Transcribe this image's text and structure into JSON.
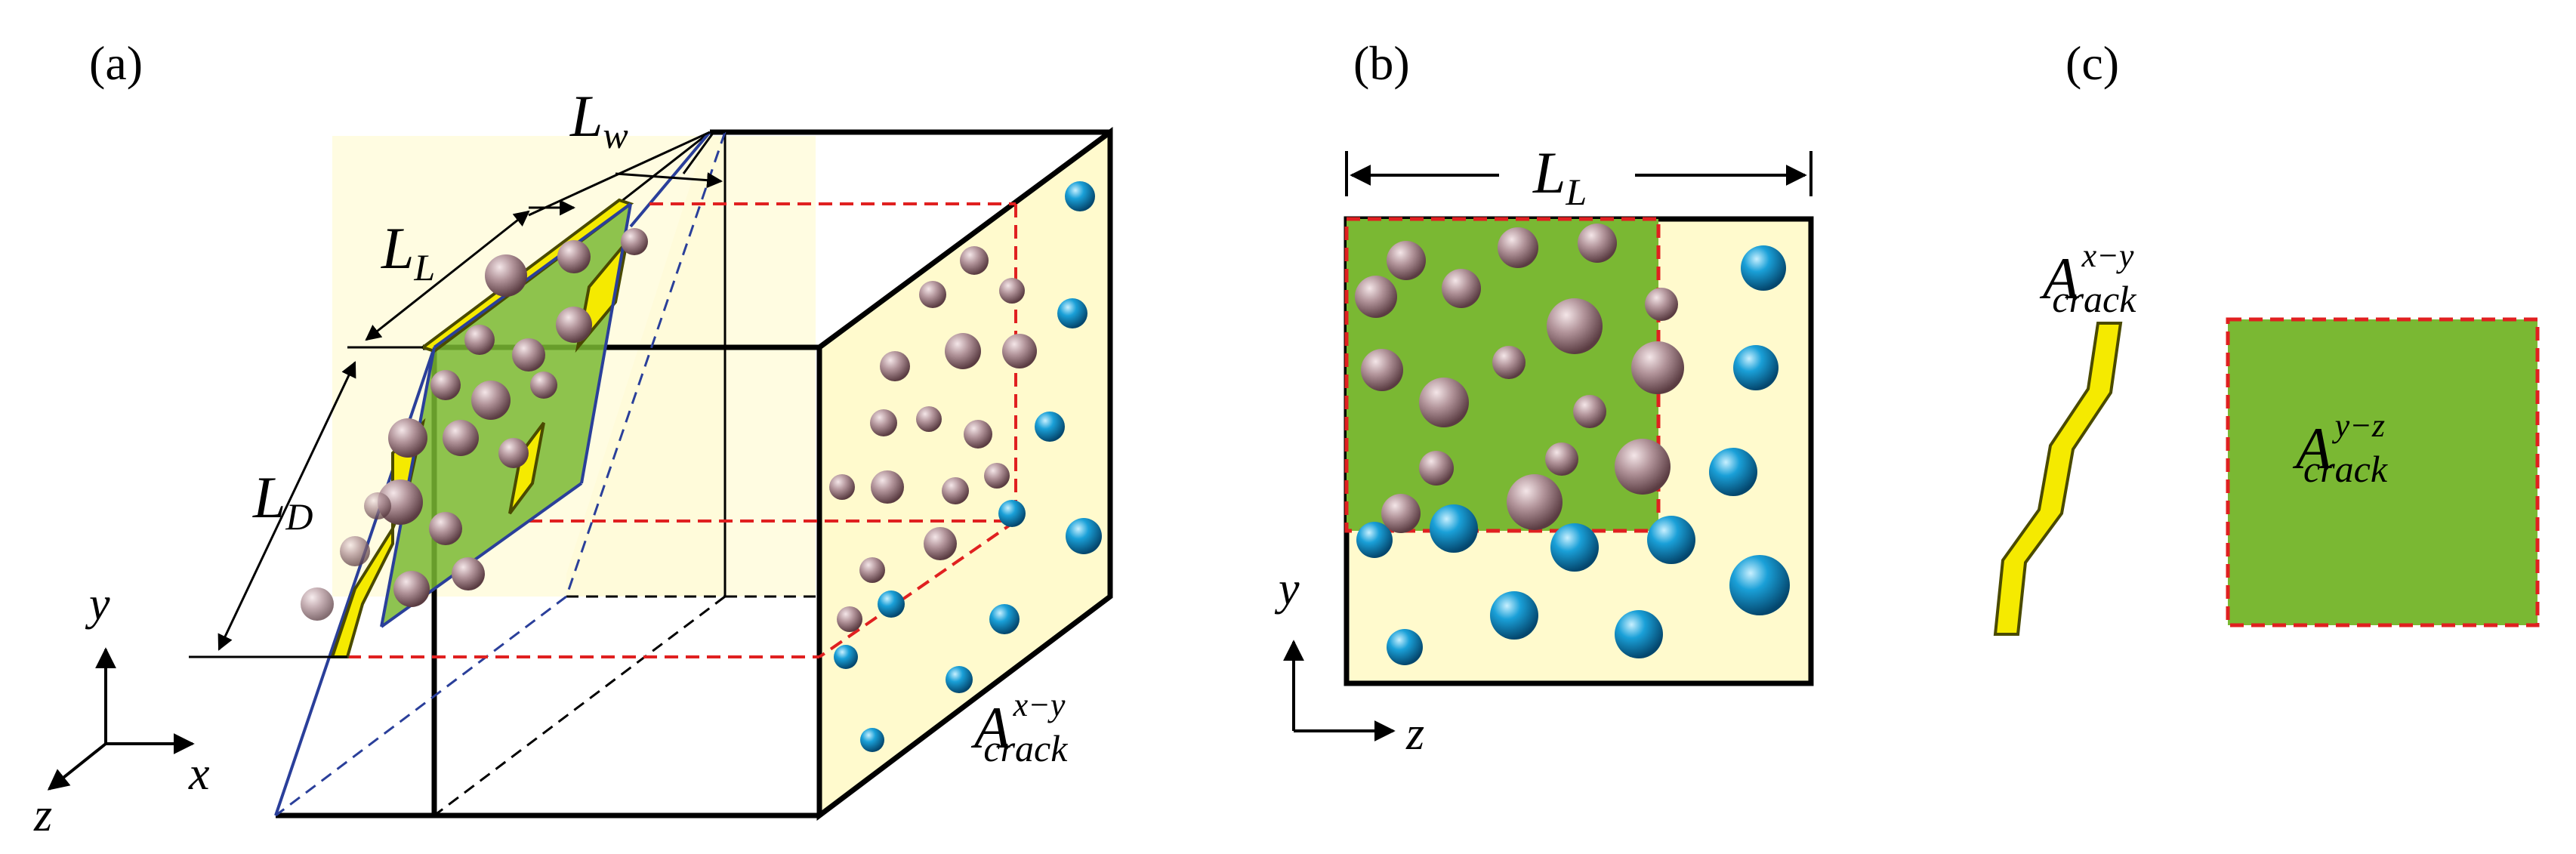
{
  "panels": {
    "a": {
      "label": "(a)",
      "dimensions": {
        "width": {
          "main": "L",
          "sub": "w"
        },
        "length": {
          "main": "L",
          "sub": "L"
        },
        "depth": {
          "main": "L",
          "sub": "D"
        }
      },
      "area_label": {
        "main": "A",
        "sup": "x−y",
        "sub": "crack"
      },
      "axes": {
        "y": "y",
        "x": "x",
        "z": "z"
      }
    },
    "b": {
      "label": "(b)",
      "dimension": {
        "main": "L",
        "sub": "L"
      },
      "axes": {
        "y": "y",
        "z": "z"
      }
    },
    "c": {
      "label": "(c)",
      "area_xy": {
        "main": "A",
        "sup": "x−y",
        "sub": "crack"
      },
      "area_yz": {
        "main": "A",
        "sup": "y−z",
        "sub": "crack"
      }
    }
  },
  "colors": {
    "cream": "#fffacd",
    "green": "#7ab833",
    "yellow": "#f5ea00",
    "crack_edge": "#4a4a00",
    "dashed_red": "#e02020",
    "dashed_blue": "#2a3f9a",
    "blue_sphere": "#0f8fc8",
    "pink_sphere": "#9c7b80"
  }
}
